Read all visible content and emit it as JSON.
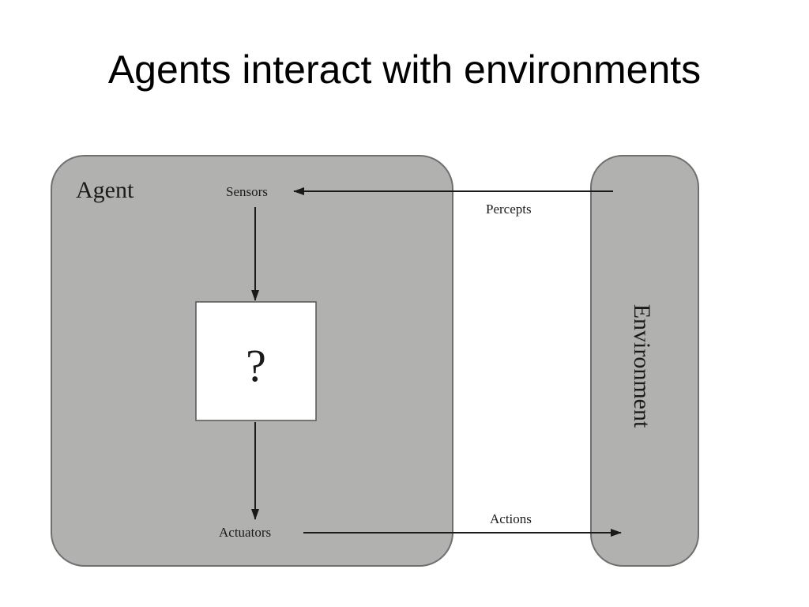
{
  "slide": {
    "title": "Agents interact with environments"
  },
  "diagram": {
    "agent_label": "Agent",
    "sensors_label": "Sensors",
    "actuators_label": "Actuators",
    "unknown_label": "?",
    "environment_label": "Environment",
    "percepts_label": "Percepts",
    "actions_label": "Actions",
    "colors": {
      "box_fill": "#b1b1b0",
      "box_stroke": "#6f6f6f",
      "inner_fill": "#ffffff",
      "arrow": "#1a1a1a"
    }
  }
}
